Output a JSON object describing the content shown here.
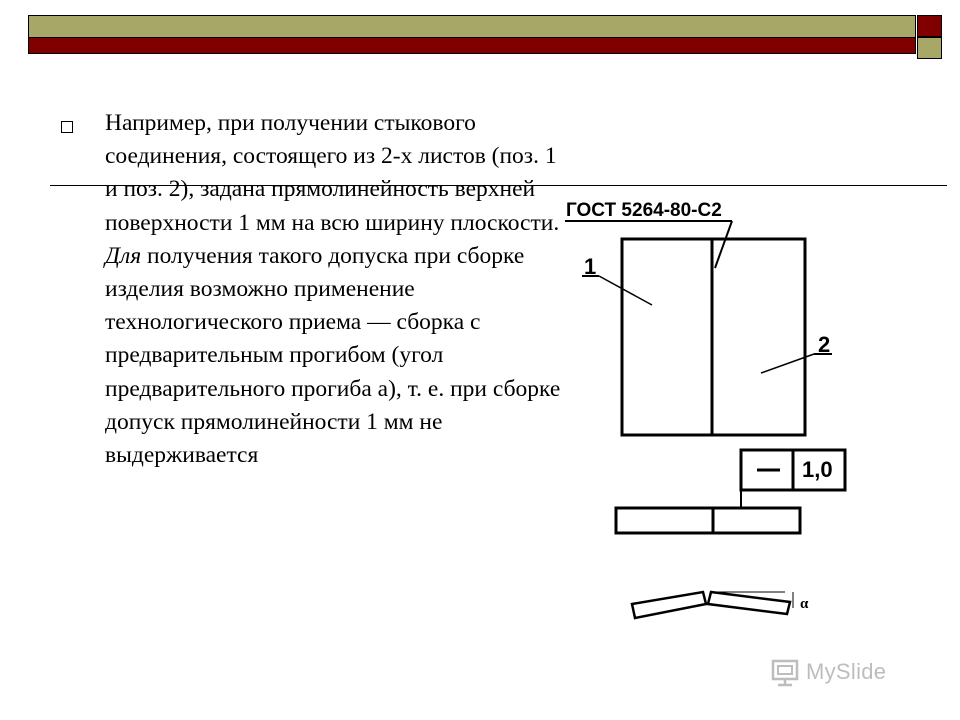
{
  "slide": {
    "text_part1": "Например, при получении стыкового соединения, состоящего из 2-х листов (поз. 1 и поз. 2), задана прямолинейность верхней поверхности 1 мм на всю ширину плоскости. ",
    "text_italic": "Для",
    "text_part2": " получения такого допуска при сборке изделия возможно применение технологического приема — сборка с предварительным прогибом (угол предварительного прогиба а), т. е. при сборке допуск прямолинейности 1 мм не выдерживается"
  },
  "drawing": {
    "gost_label": "ГОСТ 5264-80-С2",
    "pos1": "1",
    "pos2": "2",
    "tolerance_symbol": "—",
    "tolerance_value": "1,0",
    "angle_label": "α"
  },
  "watermark": {
    "text": "MySlide",
    "icon": "myslide-logo-icon"
  },
  "colors": {
    "olive": "#a7a767",
    "maroon": "#800000"
  }
}
